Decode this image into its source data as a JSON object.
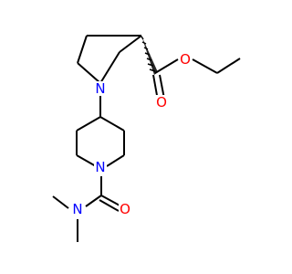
{
  "molecule": {
    "atoms": {
      "n_pyrrolidine": {
        "symbol": "N"
      },
      "o_ester": {
        "symbol": "O"
      },
      "o_ester_carbonyl": {
        "symbol": "O"
      },
      "n_piperidine": {
        "symbol": "N"
      },
      "o_amide_carbonyl": {
        "symbol": "O"
      },
      "n_dimethyl": {
        "symbol": "N"
      }
    },
    "colors": {
      "N": "#0000ff",
      "O": "#ff0000",
      "bond": "#000000"
    }
  }
}
